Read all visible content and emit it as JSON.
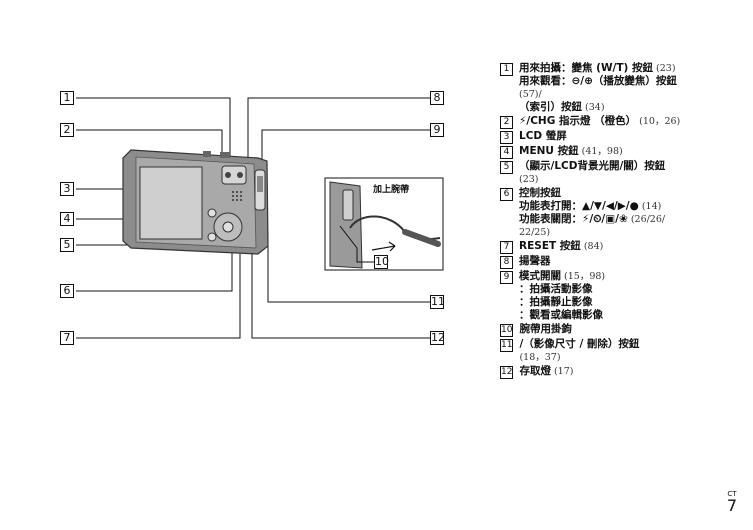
{
  "callouts": [
    "1",
    "2",
    "3",
    "4",
    "5",
    "6",
    "7",
    "8",
    "9",
    "10",
    "11",
    "12"
  ],
  "strap_label": "加上腕帶",
  "items": [
    {
      "num": "1",
      "lines": [
        {
          "text": "用來拍攝：變焦 (W/T) 按鈕",
          "ref": "(23)"
        },
        {
          "text": "用來觀看：⊖/⊕（播放變焦）按鈕",
          "ref": ""
        },
        {
          "text": "",
          "ref": "(57)/"
        },
        {
          "text": "（索引）按鈕",
          "ref": "(34)"
        }
      ]
    },
    {
      "num": "2",
      "lines": [
        {
          "text": "⚡/CHG 指示燈 （橙色）",
          "ref": "(10，26)"
        }
      ]
    },
    {
      "num": "3",
      "lines": [
        {
          "text": "LCD 螢屏",
          "ref": ""
        }
      ]
    },
    {
      "num": "4",
      "lines": [
        {
          "text": "MENU 按鈕",
          "ref": "(41，98)"
        }
      ]
    },
    {
      "num": "5",
      "lines": [
        {
          "text": "（顯示/LCD背景光開/關）按鈕",
          "ref": ""
        },
        {
          "text": "",
          "ref": "(23)"
        }
      ]
    },
    {
      "num": "6",
      "lines": [
        {
          "text": "控制按鈕",
          "ref": ""
        },
        {
          "text": "功能表打開：▲/▼/◀/▶/●",
          "ref": "(14)"
        },
        {
          "text": "功能表關閉：⚡/⏲/▣/❀",
          "ref": "(26/26/"
        },
        {
          "text": "",
          "ref": "22/25)"
        }
      ]
    },
    {
      "num": "7",
      "lines": [
        {
          "text": "RESET 按鈕",
          "ref": "(84)"
        }
      ]
    },
    {
      "num": "8",
      "lines": [
        {
          "text": "揚聲器",
          "ref": ""
        }
      ]
    },
    {
      "num": "9",
      "lines": [
        {
          "text": "模式開關",
          "ref": "(15，98)"
        },
        {
          "text": "：拍攝活動影像",
          "ref": ""
        },
        {
          "text": "：拍攝靜止影像",
          "ref": ""
        },
        {
          "text": "：觀看或編輯影像",
          "ref": ""
        }
      ]
    },
    {
      "num": "10",
      "lines": [
        {
          "text": "腕帶用掛鉤",
          "ref": ""
        }
      ]
    },
    {
      "num": "11",
      "lines": [
        {
          "text": "/（影像尺寸 / 刪除）按鈕",
          "ref": ""
        },
        {
          "text": "",
          "ref": "(18，37)"
        }
      ]
    },
    {
      "num": "12",
      "lines": [
        {
          "text": "存取燈",
          "ref": "(17)"
        }
      ]
    }
  ],
  "footer": {
    "ct": "CT",
    "page": "7"
  }
}
